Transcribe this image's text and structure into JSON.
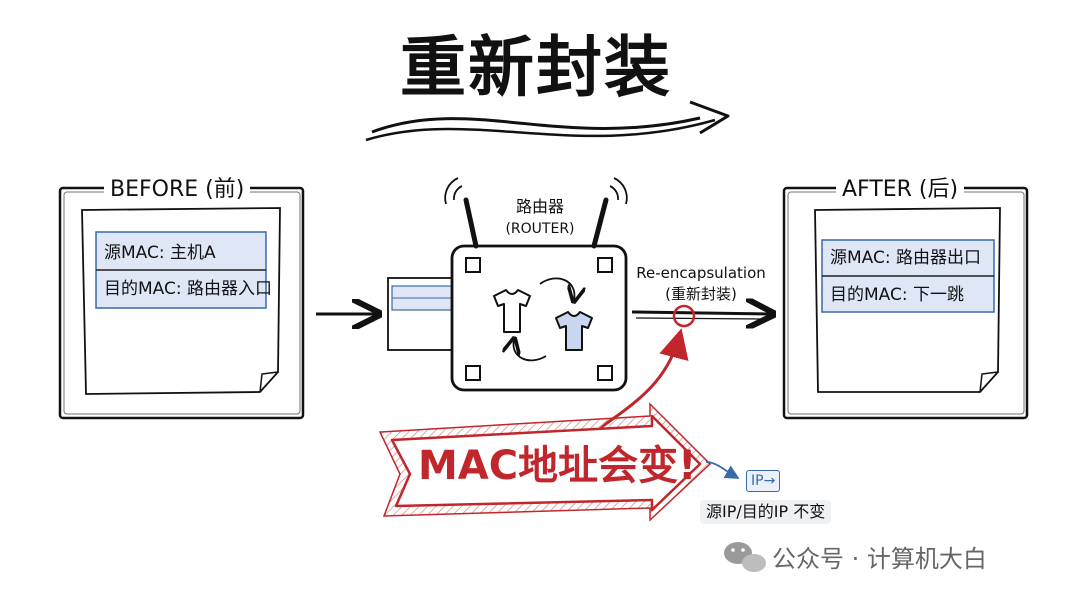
{
  "title": "重新封装",
  "before": {
    "heading": "BEFORE (前)",
    "fields": [
      "源MAC: 主机A",
      "目的MAC: 路由器入口"
    ]
  },
  "router": {
    "label_cn": "路由器",
    "label_en": "(ROUTER)",
    "process_en": "Re-encapsulation",
    "process_cn": "(重新封装)"
  },
  "after": {
    "heading": "AFTER (后)",
    "fields": [
      "源MAC: 路由器出口",
      "目的MAC: 下一跳"
    ]
  },
  "callout": {
    "banner": "MAC地址会变!",
    "ip_tag": "IP→",
    "ip_note": "源IP/目的IP 不变"
  },
  "watermark": "公众号 · 计算机大白",
  "colors": {
    "accent_red": "#c0262b",
    "accent_blue": "#3a6aa8",
    "field_bg": "#dfe7f7"
  }
}
